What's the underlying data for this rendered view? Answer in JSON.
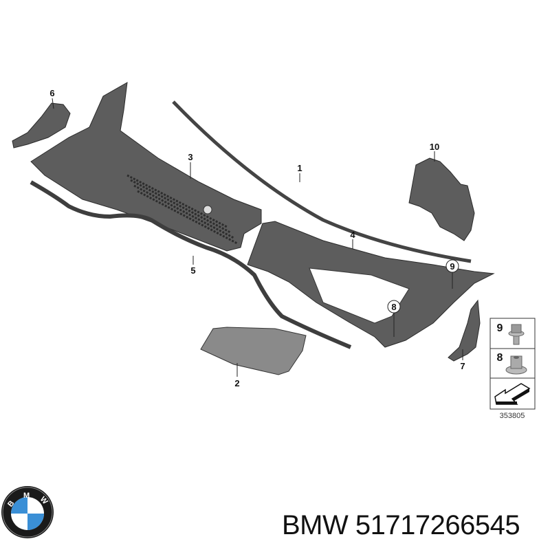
{
  "diagram": {
    "callouts": [
      {
        "id": "1",
        "name": "cowl-seal"
      },
      {
        "id": "2",
        "name": "cover-panel"
      },
      {
        "id": "3",
        "name": "left-cowl-panel"
      },
      {
        "id": "4",
        "name": "right-cowl-panel"
      },
      {
        "id": "5",
        "name": "hose-seal"
      },
      {
        "id": "6",
        "name": "corner-bracket"
      },
      {
        "id": "7",
        "name": "side-bracket"
      },
      {
        "id": "8",
        "name": "nut"
      },
      {
        "id": "9",
        "name": "bolt"
      },
      {
        "id": "10",
        "name": "right-bracket"
      }
    ],
    "legend": {
      "rows": [
        {
          "number": "9",
          "icon": "hex-flange-bolt-icon"
        },
        {
          "number": "8",
          "icon": "hex-flange-nut-icon"
        },
        {
          "number": "",
          "icon": "direction-arrow-icon"
        }
      ],
      "diagram_number": "353805"
    }
  },
  "footer": {
    "logo": "BMW",
    "caption": "BMW 51717266545"
  }
}
